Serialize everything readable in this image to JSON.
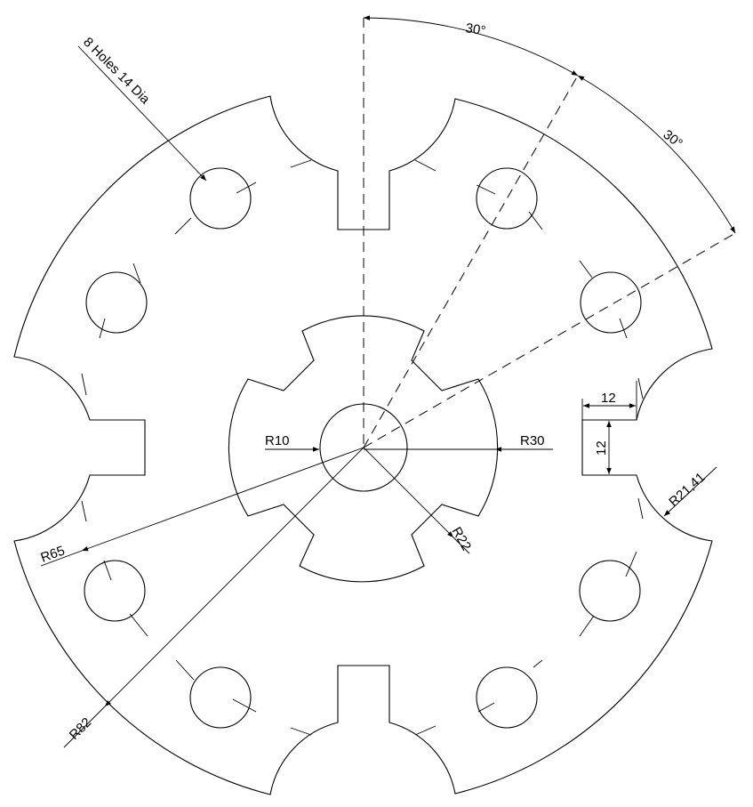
{
  "drawing": {
    "angle_1": "30°",
    "angle_2": "30°",
    "holes_note": "8 Holes 14 Dia",
    "r10": "R10",
    "r30": "R30",
    "r22": "R22",
    "r65": "R65",
    "r82": "R82",
    "r21": "R21,41",
    "slot_width": "12",
    "slot_height": "12"
  }
}
